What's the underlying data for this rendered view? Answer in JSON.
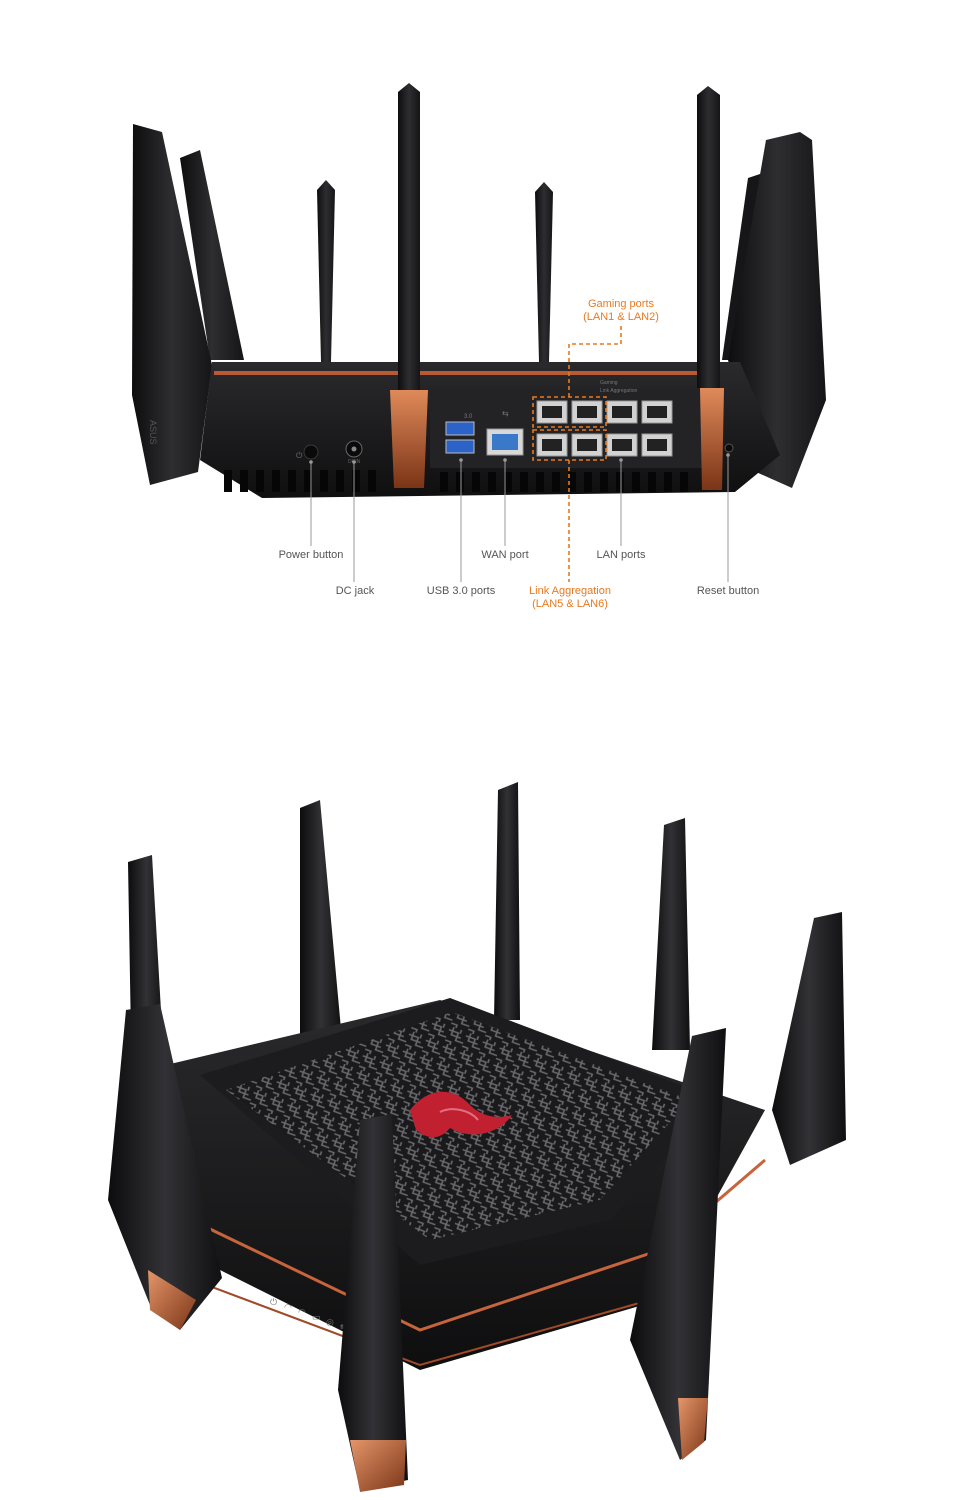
{
  "colors": {
    "background": "#ffffff",
    "router_body": "#1b1b1d",
    "copper_accent": "#c8643c",
    "callout_orange": "#e87a1e",
    "label_gray": "#555555",
    "leader_gray": "#9a9a9a"
  },
  "rear_view": {
    "brand_mark": "ASUS",
    "usb_mark": "3.0",
    "dcin_mark": "DCIN",
    "panel_text": [
      "Gaming",
      "Link Aggregation"
    ],
    "labels": {
      "gaming_ports_line1": "Gaming ports",
      "gaming_ports_line2": "(LAN1 & LAN2)",
      "power_button": "Power button",
      "dc_jack": "DC jack",
      "usb_ports": "USB 3.0 ports",
      "wan_port": "WAN port",
      "link_aggregation_line1": "Link Aggregation",
      "link_aggregation_line2": "(LAN5 & LAN6)",
      "lan_ports": "LAN ports",
      "reset_button": "Reset button"
    }
  },
  "top_view": {
    "logo": "ROG eye",
    "status_icons": [
      "power-icon",
      "wifi-icon",
      "wifi-icon",
      "lan-icon",
      "wan-icon",
      "usb-icon"
    ]
  }
}
